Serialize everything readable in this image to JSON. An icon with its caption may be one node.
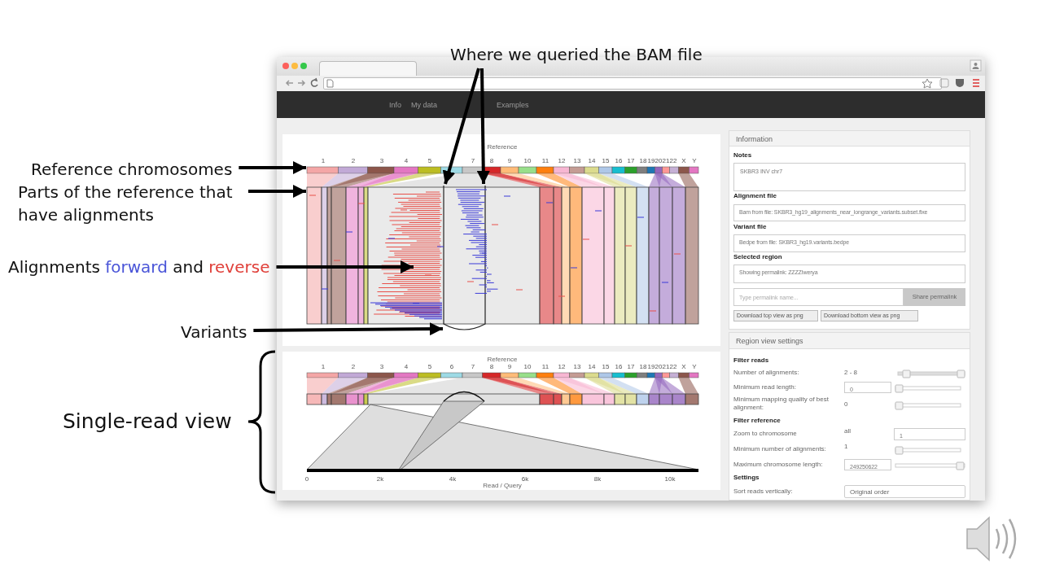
{
  "diagram": {
    "nodes": [
      {
        "text": [
          "Where we queried the BAM file"
        ]
      },
      {
        "text": [
          "Reference chromosomes"
        ]
      },
      {
        "text": [
          "Parts of the reference that have alignments"
        ]
      },
      {
        "text": [
          "Alignments forward and reverse"
        ]
      },
      {
        "text": [
          "Variants"
        ]
      },
      {
        "text": [],
        "shape": "bar",
        "beside": [
          "1",
          "2",
          "3",
          "4",
          "5",
          "7",
          "8",
          "9",
          "10",
          "11",
          "12",
          "13",
          "14",
          "15",
          "16",
          "17",
          "18",
          "19",
          "20",
          "21",
          "22",
          "X",
          "Y"
        ]
      },
      {
        "text": [],
        "shape": "box"
      },
      {
        "text": [],
        "shape": "curve",
        "in": 6
      },
      {
        "text": [],
        "shape": "picture",
        "in": 6
      }
    ],
    "edges": [
      {
        "from": 0,
        "to": 7,
        "arrow": "to"
      },
      {
        "from": 0,
        "to": 7,
        "arrow": "to"
      },
      {
        "from": 1,
        "to": 5,
        "arrow": "to"
      },
      {
        "from": 2,
        "to": 6,
        "arrow": "to"
      },
      {
        "from": 3,
        "to": 8,
        "arrow": "to"
      },
      {
        "from": 4,
        "to": 7,
        "arrow": "to"
      }
    ],
    "labels": [
      "Info",
      "My data",
      "Examples",
      "Reference",
      "Reference",
      "1",
      "2",
      "3",
      "4",
      "5",
      "6",
      "7",
      "8",
      "9",
      "10",
      "11",
      "12",
      "13",
      "14",
      "15",
      "16",
      "17",
      "18",
      "19",
      "20",
      "21",
      "22",
      "X",
      "Y",
      "0",
      "2k",
      "4k",
      "6k",
      "8k",
      "10k",
      "Read / Query",
      "Single-read view",
      "Information",
      "Notes",
      "SKBR3 INV chr7",
      "Alignment file",
      "Bam from file: SKBR3_hg19_alignments_near_longrange_variants.subset.fixe",
      "Variant file",
      "Bedpe from file: SKBR3_hg19.variants.bedpe",
      "Selected region",
      "Showing permalink: ZZZZIwerya",
      "Type permalink name...",
      "Share permalink",
      "Download top view as png",
      "Download bottom view as png",
      "Region view settings",
      "Filter reads",
      "Number of alignments:",
      "2 - 8",
      "Minimum read length:",
      "0",
      "Minimum mapping quality of best alignment:",
      "0",
      "Filter reference",
      "Zoom to chromosome",
      "all",
      "1",
      "Minimum number of alignments:",
      "1",
      "Maximum chromosome length:",
      "249250622",
      "Settings",
      "Sort reads vertically:",
      "Original order"
    ]
  }
}
